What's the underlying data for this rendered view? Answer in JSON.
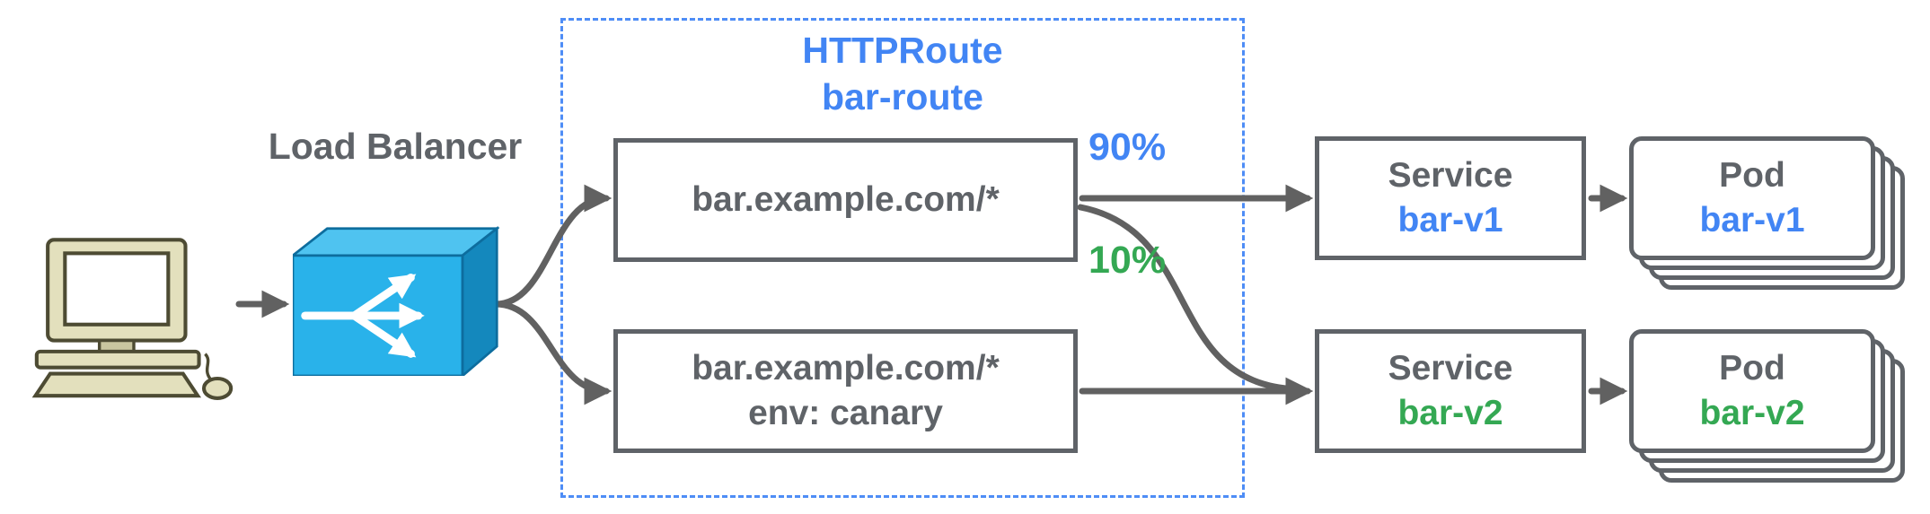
{
  "diagram": {
    "load_balancer_label": "Load Balancer",
    "httproute": {
      "title_line1": "HTTPRoute",
      "title_line2": "bar-route",
      "rule_top": "bar.example.com/*",
      "rule_canary_line1": "bar.example.com/*",
      "rule_canary_line2": "env: canary"
    },
    "weights": {
      "to_v1": "90%",
      "to_v2": "10%"
    },
    "services": [
      {
        "type_label": "Service",
        "name": "bar-v1"
      },
      {
        "type_label": "Service",
        "name": "bar-v2"
      }
    ],
    "pods": [
      {
        "type_label": "Pod",
        "name": "bar-v1"
      },
      {
        "type_label": "Pod",
        "name": "bar-v2"
      }
    ],
    "colors": {
      "blue": "#4285f4",
      "green": "#34a853",
      "gray": "#5f6368",
      "arrow": "#616161",
      "lb_blue": "#29b2ea",
      "dashed_border": "#4e8df6"
    },
    "icons": {
      "client": "client-computer-icon",
      "load_balancer": "load-balancer-icon"
    }
  }
}
